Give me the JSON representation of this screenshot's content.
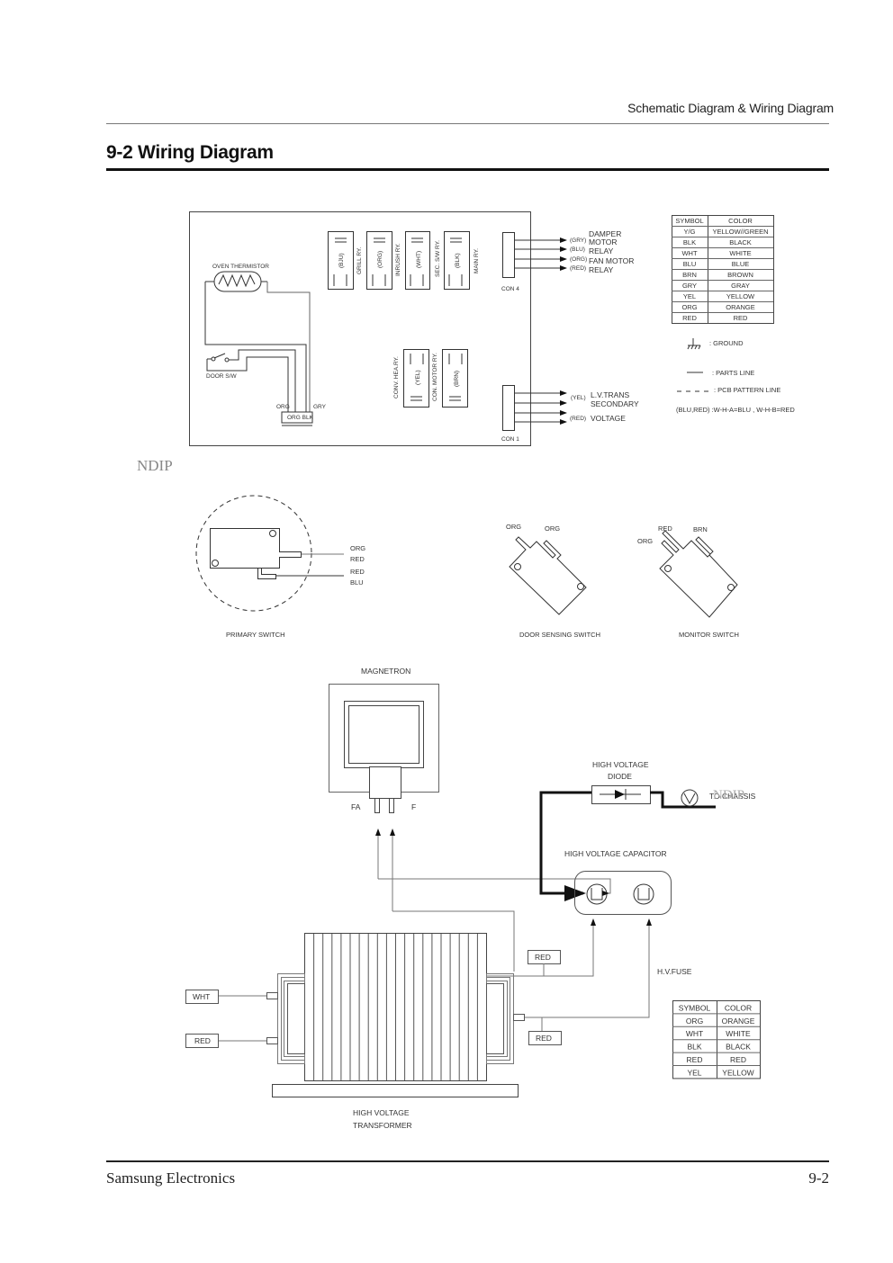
{
  "header": {
    "section_title": "Schematic Diagram & Wiring Diagram",
    "page_title": "9-2 Wiring Diagram"
  },
  "footer": {
    "company": "Samsung Electronics",
    "page_number": "9-2"
  },
  "watermark": "NDIP",
  "pcb": {
    "thermistor_label": "OVEN THERMISTOR",
    "door_sw_label": "DOOR S/W",
    "connector_wire_left": "ORG",
    "connector_wire_right": "GRY",
    "connector_label": "ORG BLK",
    "relays_top": [
      {
        "wire": "(BJU)",
        "name": "GRILL RY."
      },
      {
        "wire": "(ORG)",
        "name": "INRUSH RY."
      },
      {
        "wire": "(WHT)",
        "name": "SEC. S/W RY."
      },
      {
        "wire": "(BLK)",
        "name": "MAIN RY."
      }
    ],
    "relays_bottom": [
      {
        "name": "CONV. HEA.RY.",
        "wire": "(YEL)"
      },
      {
        "name": "CON. MOTOR RY.",
        "wire": "(BRN)"
      }
    ],
    "con4": {
      "label": "CON 4",
      "wires": [
        "(GRY)",
        "(BLU)",
        "(ORG)",
        "(RED)"
      ],
      "targets": [
        "DAMPER",
        "MOTOR",
        "RELAY",
        "FAN MOTOR",
        "RELAY"
      ]
    },
    "con1": {
      "label": "CON 1",
      "wires": [
        "(YEL)",
        "(RED)"
      ],
      "targets": [
        "L.V.TRANS",
        "SECONDARY",
        "VOLTAGE"
      ]
    }
  },
  "legend_top": {
    "headers": [
      "SYMBOL",
      "COLOR"
    ],
    "rows": [
      [
        "Y/G",
        "YELLOW//GREEN"
      ],
      [
        "BLK",
        "BLACK"
      ],
      [
        "WHT",
        "WHITE"
      ],
      [
        "BLU",
        "BLUE"
      ],
      [
        "BRN",
        "BROWN"
      ],
      [
        "GRY",
        "GRAY"
      ],
      [
        "YEL",
        "YELLOW"
      ],
      [
        "ORG",
        "ORANGE"
      ],
      [
        "RED",
        "RED"
      ]
    ],
    "ground": ": GROUND",
    "parts_line": ": PARTS LINE",
    "pcb_line": ": PCB PATTERN LINE",
    "note": "(BLU,RED) :W-H-A=BLU , W-H-B=RED"
  },
  "switches": {
    "primary": {
      "label": "PRIMARY SWITCH",
      "wires": [
        "ORG",
        "RED",
        "RED",
        "BLU"
      ]
    },
    "door_sensing": {
      "label": "DOOR SENSING SWITCH",
      "wires": [
        "ORG",
        "ORG"
      ]
    },
    "monitor": {
      "label": "MONITOR SWITCH",
      "wires": [
        "RED",
        "BRN",
        "ORG"
      ]
    }
  },
  "hv_circuit": {
    "magnetron": "MAGNETRON",
    "fa": "FA",
    "f": "F",
    "diode_line1": "HIGH VOLTAGE",
    "diode_line2": "DIODE",
    "chassis": "TO CHASSIS",
    "capacitor": "HIGH VOLTAGE CAPACITOR",
    "fuse": "H.V.FUSE",
    "red_tag_top": "RED",
    "red_tag_bottom": "RED",
    "primary_tag_top": "WHT",
    "primary_tag_bottom": "RED",
    "transformer_line1": "HIGH VOLTAGE",
    "transformer_line2": "TRANSFORMER"
  },
  "legend_bottom": {
    "headers": [
      "SYMBOL",
      "COLOR"
    ],
    "rows": [
      [
        "ORG",
        "ORANGE"
      ],
      [
        "WHT",
        "WHITE"
      ],
      [
        "BLK",
        "BLACK"
      ],
      [
        "RED",
        "RED"
      ],
      [
        "YEL",
        "YELLOW"
      ]
    ]
  }
}
